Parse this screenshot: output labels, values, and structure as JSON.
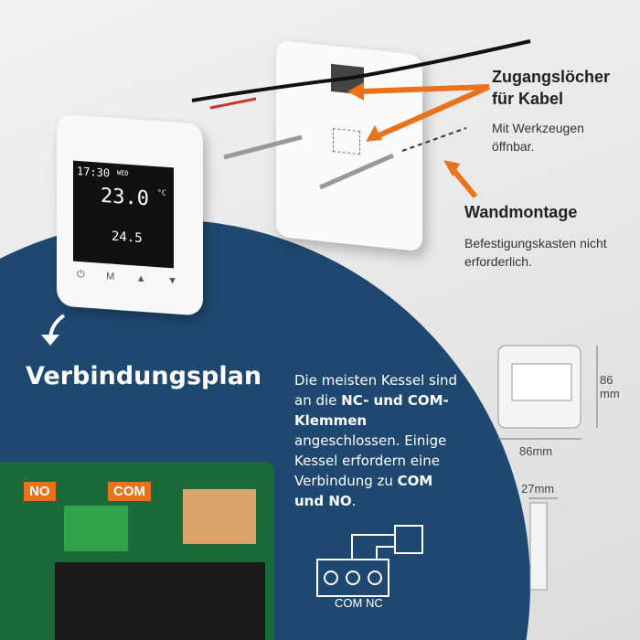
{
  "thermostat": {
    "time": "17:30",
    "day": "WED",
    "set_temp": "23.0",
    "unit": "°C",
    "room_temp": "24.5",
    "buttons": [
      "power-icon",
      "M",
      "▲",
      "▼"
    ]
  },
  "callouts": {
    "cable_title": "Zugangslöcher für Kabel",
    "cable_sub": "Mit Werkzeugen öffnbar.",
    "mount_title": "Wandmontage",
    "mount_sub": "Befestigungskasten nicht erforderlich."
  },
  "plan": {
    "title": "Verbindungsplan",
    "desc_1": "Die meisten Kessel sind an die ",
    "desc_bold_1": "NC- und COM-Klemmen",
    "desc_2": " angeschlossen. Einige Kessel erfordern eine Verbindung zu ",
    "desc_bold_2": "COM und NO",
    "desc_3": "."
  },
  "board": {
    "no_label": "NO",
    "com_label": "COM"
  },
  "diagram": {
    "terminals": "COM NC"
  },
  "dimensions": {
    "height": "86 mm",
    "width": "86mm",
    "depth": "27mm"
  },
  "colors": {
    "blue": "#1f4870",
    "accent": "#e8731a"
  }
}
